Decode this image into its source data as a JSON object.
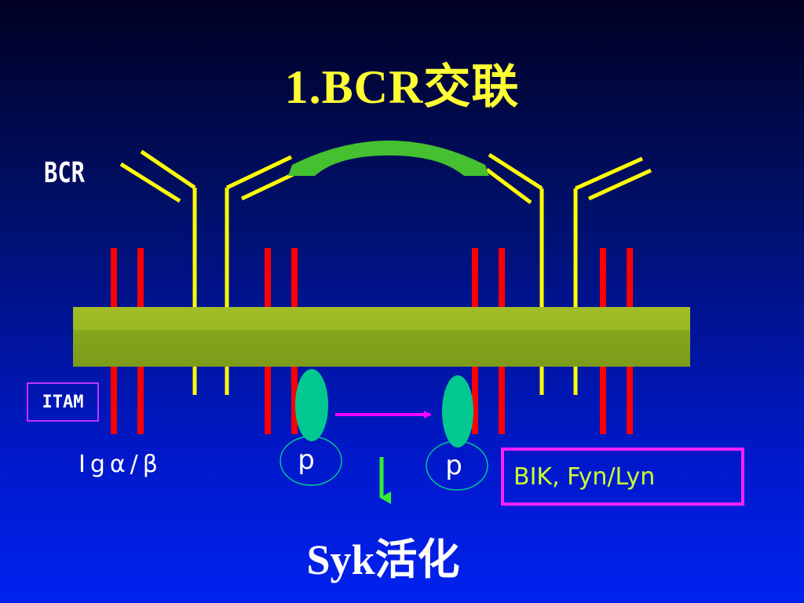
{
  "title": "1.BCR交联",
  "labels": {
    "bcr": "BCR",
    "itam": "ITAM",
    "ig": "Igα/β",
    "phospho_left": "p",
    "phospho_right": "p",
    "kinases": "BIK, Fyn/Lyn",
    "result": "Syk活化"
  },
  "colors": {
    "background_top": "#000022",
    "background_bottom": "#0022f0",
    "title": "#ffff33",
    "receptor_arms": "#ffff00",
    "ig_chains": "#ff0000",
    "membrane": "#8fb21f",
    "crosslinker": "#44c030",
    "syk_ovals": "#00c890",
    "move_arrow": "#ff00ff",
    "down_arrow": "#33ee33",
    "kinase_box_border": "#ff22ff",
    "kinase_text": "#ccff33"
  }
}
